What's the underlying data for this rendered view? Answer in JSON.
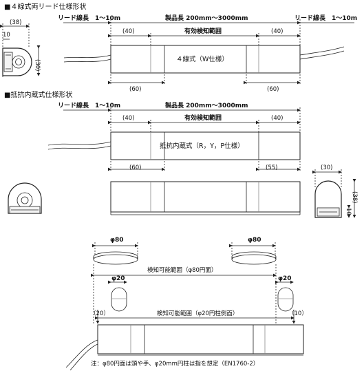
{
  "section1": {
    "heading": "■４線式両リード仕様形状",
    "lead_left": "リード線長　1～10m",
    "lead_right": "リード線長　1～10m",
    "product_length": "製品長 200mm～3000mm",
    "effective_range": "有効検知範囲",
    "dim_40_left": "(40)",
    "dim_40_right": "(40)",
    "dim_60_left": "(60)",
    "dim_60_right": "(60)",
    "body_label": "４線式（W仕様）",
    "end_width": "(38)",
    "end_10": "10",
    "end_height": "(30)"
  },
  "section2": {
    "heading": "■抵抗内蔵式仕様形状",
    "lead_left": "リード線長　1～10m",
    "product_length": "製品長 200mm～3000mm",
    "effective_range": "有効検知範囲",
    "dim_40_left": "(40)",
    "dim_40_right": "(40)",
    "dim_60_left": "(60)",
    "dim_55_right": "(55)",
    "body_label": "抵抗内蔵式（R，Y，P仕様）",
    "end_width": "(30)",
    "end_height": "(38)",
    "end_10": "10"
  },
  "section3": {
    "phi80_left": "φ80",
    "phi80_right": "φ80",
    "range80": "検知可能範囲（φ80円面）",
    "phi20_left": "φ20",
    "phi20_right": "φ20",
    "range20": "検知可能範囲（φ20円柱側面）",
    "dim_20": "（20）",
    "dim_10": "（10）",
    "note": "注：φ80円面は頭や手、φ20mm円柱は指を想定（EN1760-2）"
  }
}
